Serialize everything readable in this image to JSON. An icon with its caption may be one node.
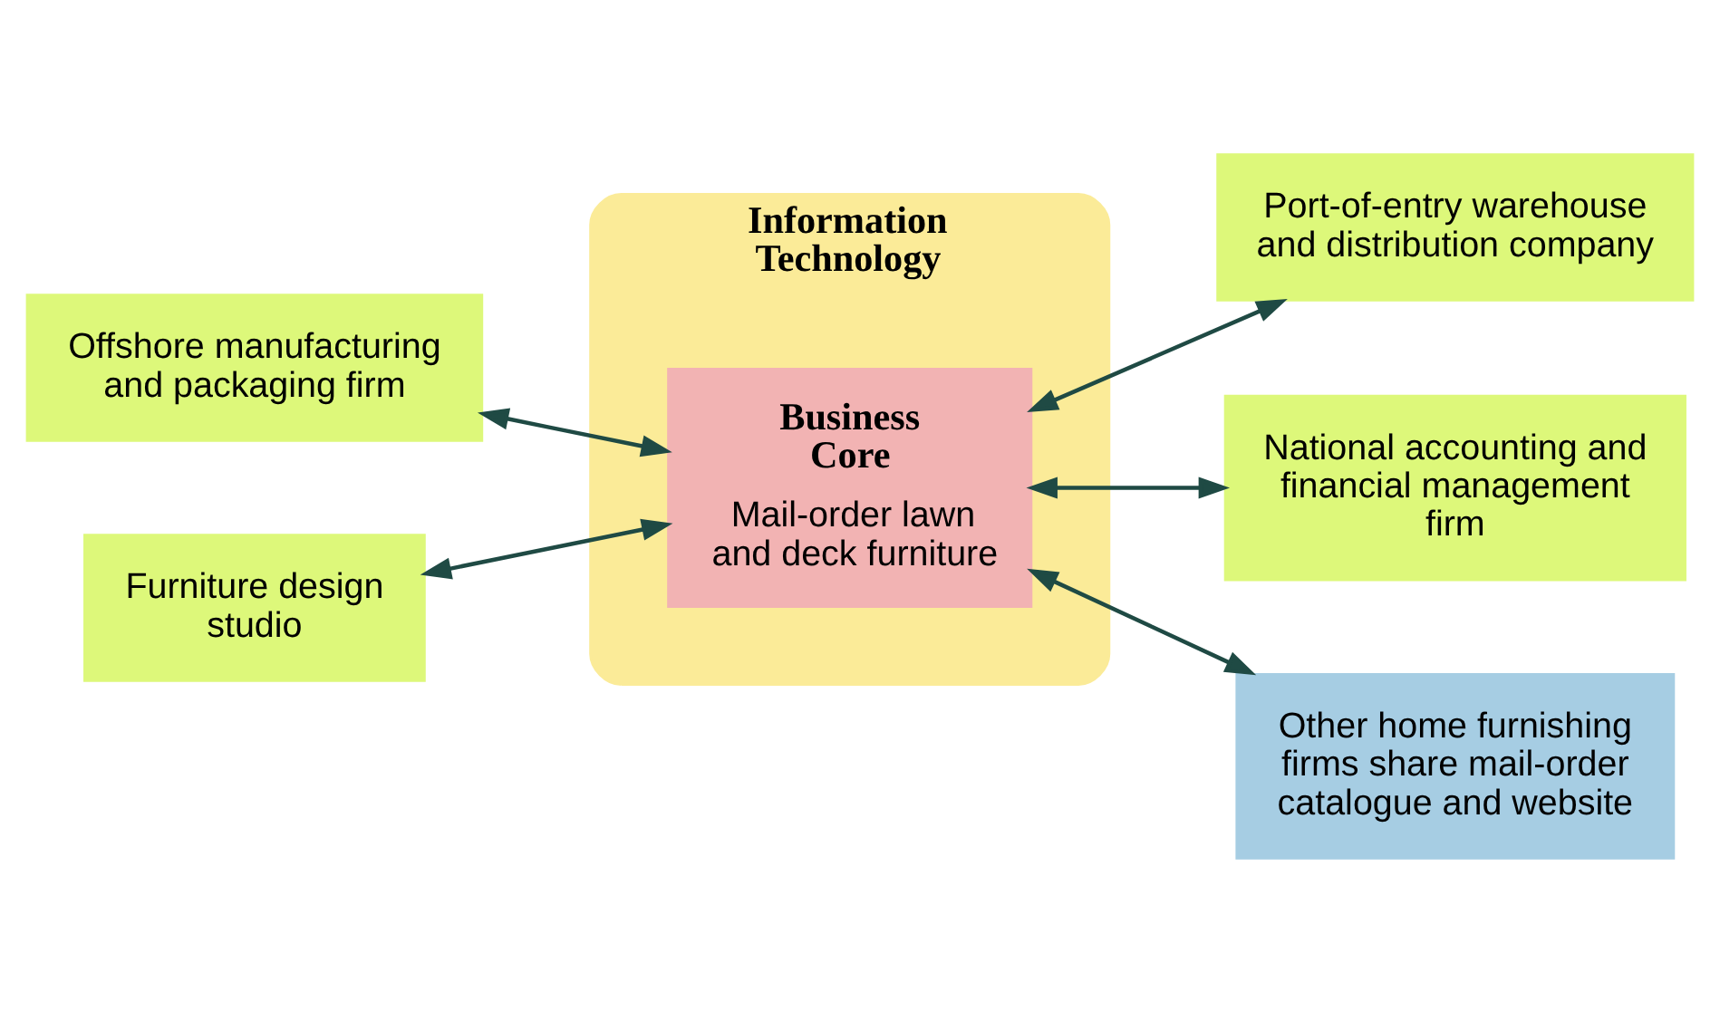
{
  "diagram": {
    "nodes": [
      {
        "text": [
          "Information Technology"
        ]
      },
      {
        "text": [
          "Business Core",
          "Mail-order lawn and deck furniture"
        ],
        "in": 0
      },
      {
        "text": [
          "Offshore manufacturing and packaging firm"
        ]
      },
      {
        "text": [
          "Port-of-entry warehouse and distribution company"
        ]
      },
      {
        "text": [
          "Furniture design studio"
        ]
      },
      {
        "text": [
          "National accounting and financial management firm"
        ]
      },
      {
        "text": [
          "Other home furnishing firms share mail-order catalogue and website"
        ]
      }
    ],
    "edges": [
      {
        "from": 2,
        "to": 1,
        "arrow": "both"
      },
      {
        "from": 1,
        "to": 3,
        "arrow": "both"
      },
      {
        "from": 4,
        "to": 1,
        "arrow": "both"
      },
      {
        "from": 1,
        "to": 5,
        "arrow": "both"
      },
      {
        "from": 1,
        "to": 6,
        "arrow": "both"
      }
    ]
  }
}
